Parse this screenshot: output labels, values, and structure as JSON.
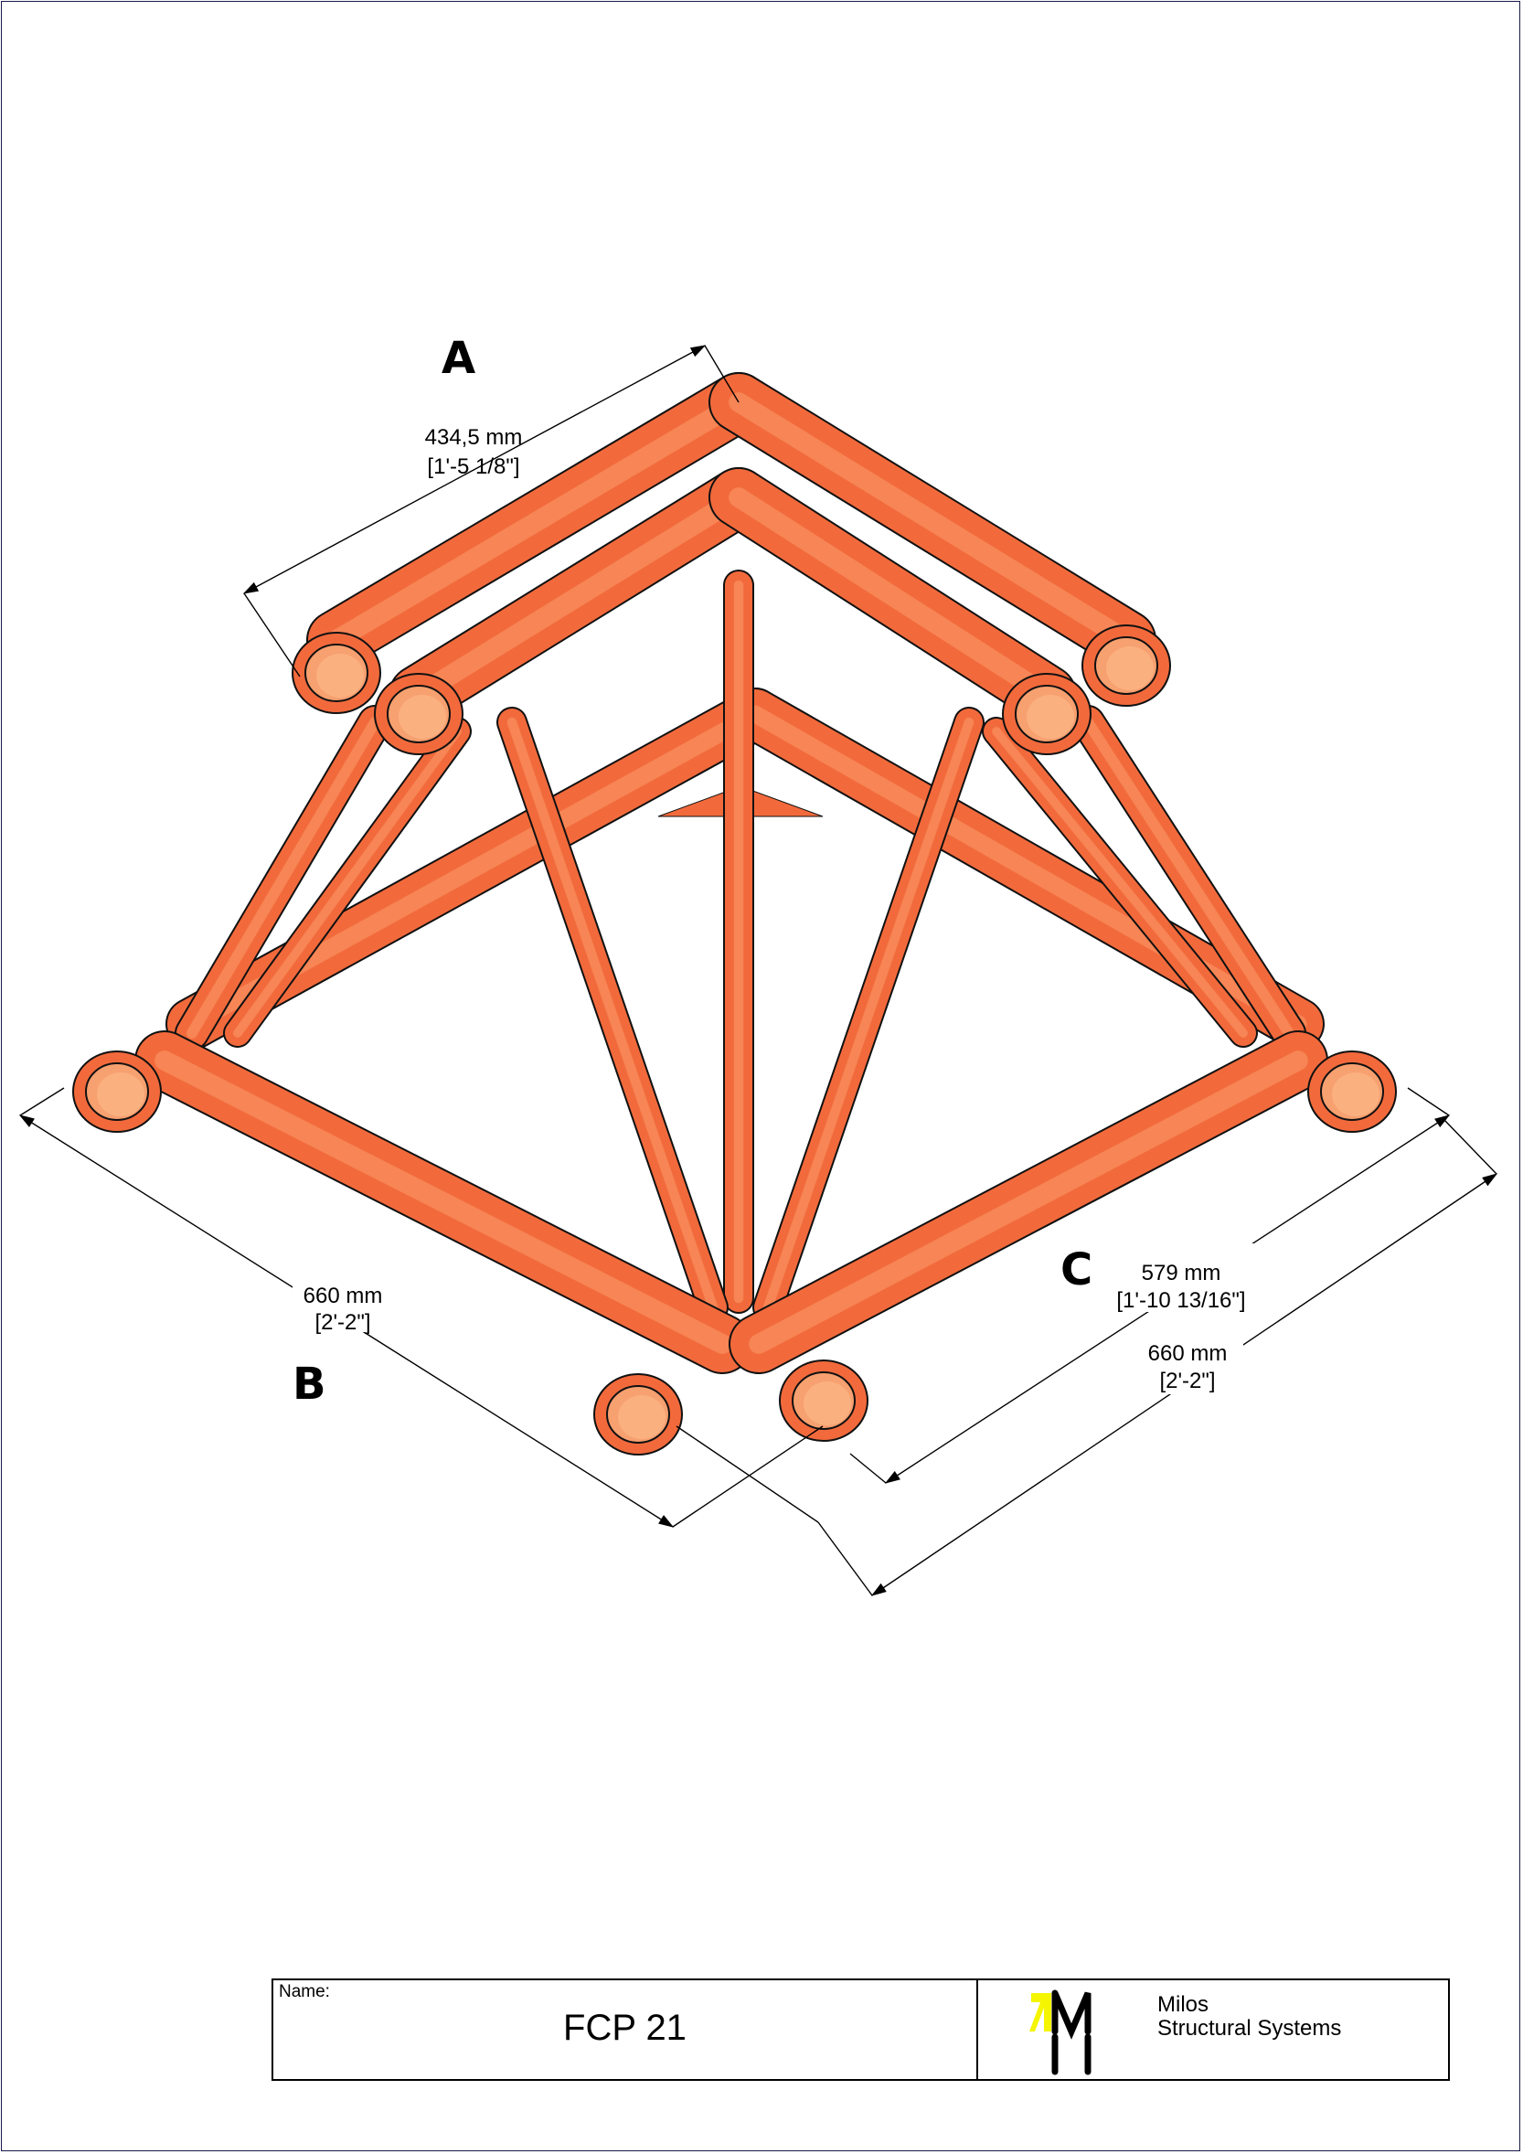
{
  "drawing": {
    "labels": {
      "a": "A",
      "b": "B",
      "c": "C"
    },
    "dimensions": {
      "a": {
        "metric": "434,5 mm",
        "imperial": "[1'-5 1/8\"]"
      },
      "b": {
        "metric": "660 mm",
        "imperial": "[2'-2\"]"
      },
      "c_inner": {
        "metric": "579 mm",
        "imperial": "[1'-10 13/16\"]"
      },
      "c_outer": {
        "metric": "660 mm",
        "imperial": "[2'-2\"]"
      }
    },
    "colors": {
      "truss": "#f26a3c",
      "truss_light": "#fb9a6a",
      "logo_accent": "#f5f500"
    }
  },
  "title_block": {
    "name_label": "Name:",
    "name_value": "FCP 21",
    "company_line1": "Milos",
    "company_line2": "Structural Systems"
  }
}
